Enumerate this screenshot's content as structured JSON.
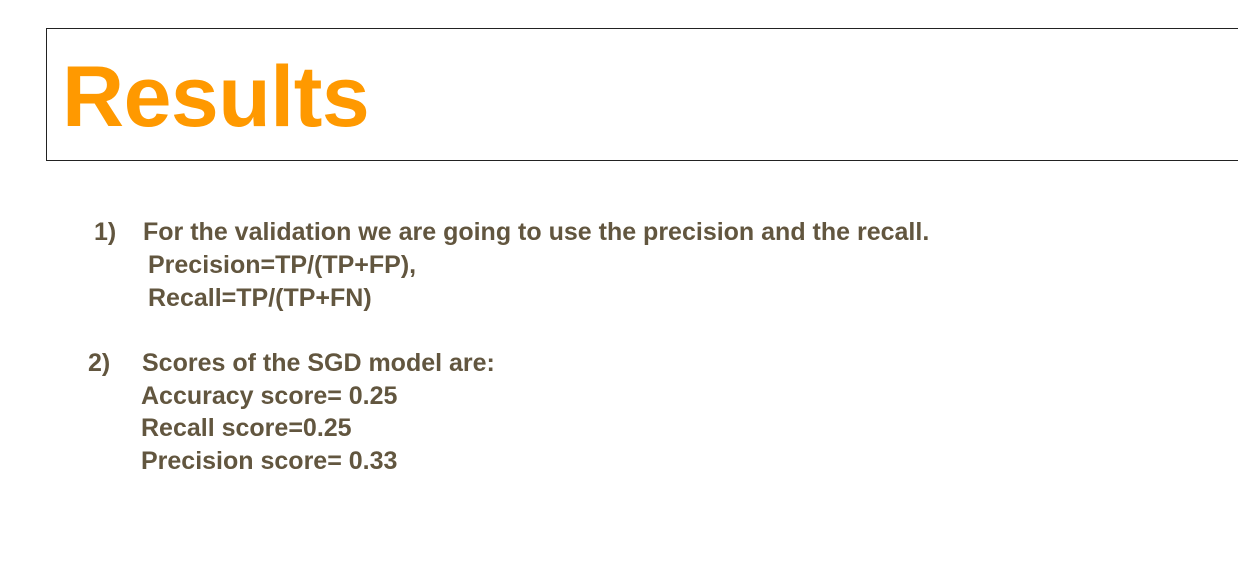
{
  "slide": {
    "title": "Results",
    "items": [
      {
        "number": "1)",
        "text": "For the validation we are going to use the precision and the recall.",
        "sublines": [
          "Precision=TP/(TP+FP),",
          "Recall=TP/(TP+FN)"
        ]
      },
      {
        "number": "2)",
        "text": "Scores of the SGD model are:",
        "sublines": [
          "Accuracy score= 0.25",
          "Recall score=0.25",
          "Precision score= 0.33"
        ]
      }
    ]
  },
  "colors": {
    "title": "#ff9900",
    "body_text": "#62563f",
    "border": "#222222"
  }
}
